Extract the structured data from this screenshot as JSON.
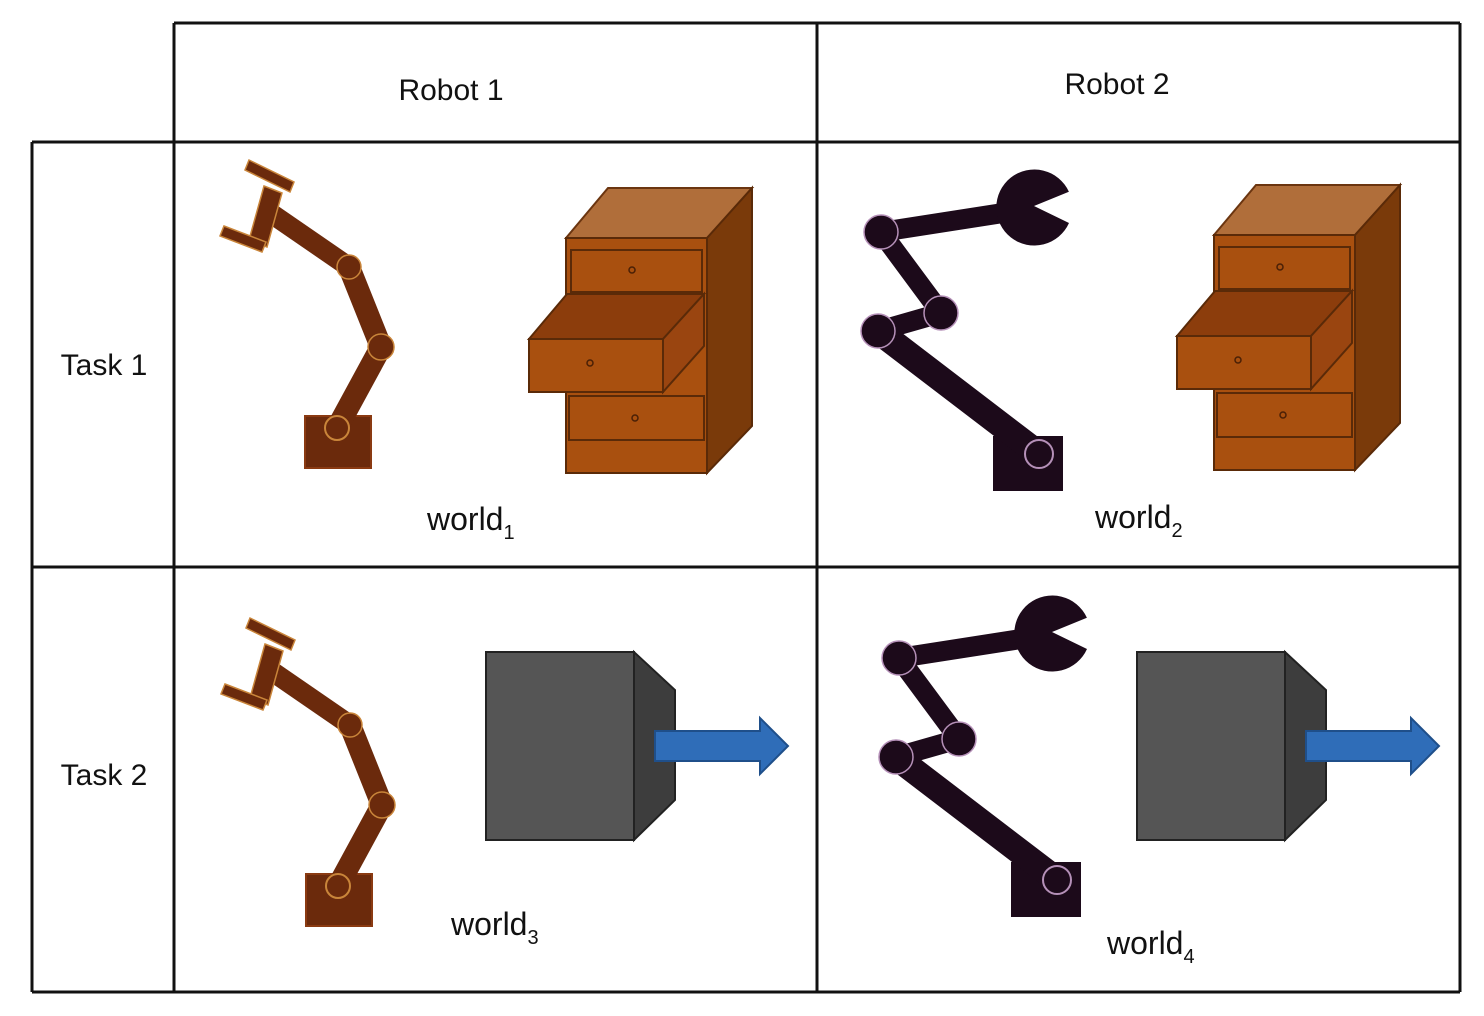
{
  "columns": [
    {
      "label": "Robot 1"
    },
    {
      "label": "Robot 2"
    }
  ],
  "rows": [
    {
      "label": "Task 1"
    },
    {
      "label": "Task 2"
    }
  ],
  "cells": [
    {
      "world_label": "world",
      "world_sub": "1",
      "robot": "robot-1",
      "object": "drawer-cabinet"
    },
    {
      "world_label": "world",
      "world_sub": "2",
      "robot": "robot-2",
      "object": "drawer-cabinet"
    },
    {
      "world_label": "world",
      "world_sub": "3",
      "robot": "robot-1",
      "object": "box-with-push-arrow"
    },
    {
      "world_label": "world",
      "world_sub": "4",
      "robot": "robot-2",
      "object": "box-with-push-arrow"
    }
  ],
  "colors": {
    "robot_1": "#6b2a0c",
    "robot_1_outline": "#c9853a",
    "robot_2": "#1c0a1a",
    "robot_2_outline": "#b590b8",
    "cabinet_front": "#a9500f",
    "cabinet_top": "#b06e3a",
    "cabinet_side": "#7a3a0a",
    "box_front": "#555555",
    "box_side": "#3d3d3d",
    "arrow": "#2f6db8",
    "grid": "#111111"
  }
}
